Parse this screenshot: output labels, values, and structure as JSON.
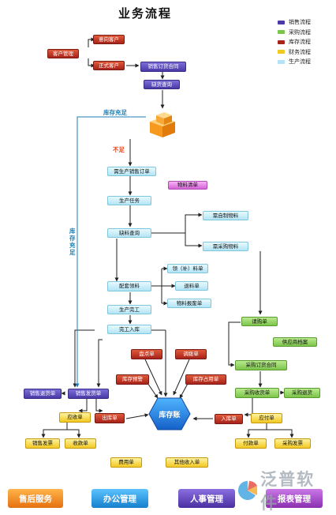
{
  "title": "业务流程",
  "legend": [
    {
      "label": "销售流程",
      "color": "#4a3aa8"
    },
    {
      "label": "采购流程",
      "color": "#7cc44a"
    },
    {
      "label": "库存流程",
      "color": "#a8231a"
    },
    {
      "label": "财务流程",
      "color": "#f2c820"
    },
    {
      "label": "生产流程",
      "color": "#b3e4f5"
    }
  ],
  "nodes": {
    "customer_mgmt": "客户管理",
    "potential_customer": "意向客户",
    "formal_customer": "正式客户",
    "sales_contract": "销售订货合同",
    "shortage_check": "缺货查询",
    "stock_enough_top": "库存充足",
    "not_enough": "不足",
    "need_production_order": "需生产销售订单",
    "material_list": "物料清单",
    "production_task": "生产任务",
    "material_shortage_check": "缺料查询",
    "self_made_material": "需自制物料",
    "purchase_material": "需采购物料",
    "stock_enough_side": "库存充足",
    "receive_material": "领（补）料单",
    "prepare_material": "配套领料",
    "return_material": "退料单",
    "scrap_material": "物料报废单",
    "production_complete": "生产完工",
    "completion_warehousing": "完工入库",
    "purchase_request": "请购单",
    "supplier_archive": "供应商档案",
    "purchase_contract": "采购订货合同",
    "inventory_check": "盘点单",
    "transfer": "调拨单",
    "stock_warning": "库存预警",
    "stock_occupy": "库存占用单",
    "sales_return": "销售退货单",
    "sales_delivery": "销售发货单",
    "warehouse": "库存账",
    "purchase_receipt": "采购收货单",
    "purchase_return": "采购退货",
    "receivable": "应收单",
    "outbound": "出库单",
    "inbound": "入库单",
    "payable": "应付单",
    "sales_invoice": "销售发票",
    "collection": "收款单",
    "payment": "付款单",
    "purchase_invoice": "采购发票",
    "expense": "费用单",
    "other_income": "其他收入单"
  },
  "bottom_buttons": [
    {
      "label": "售后服务",
      "color": "#f28a1c"
    },
    {
      "label": "办公管理",
      "color": "#1e9de0"
    },
    {
      "label": "人事管理",
      "color": "#5a3fb5"
    },
    {
      "label": "报表管理",
      "color": "#a83fc2"
    }
  ],
  "logo": {
    "text": "泛普软件"
  }
}
